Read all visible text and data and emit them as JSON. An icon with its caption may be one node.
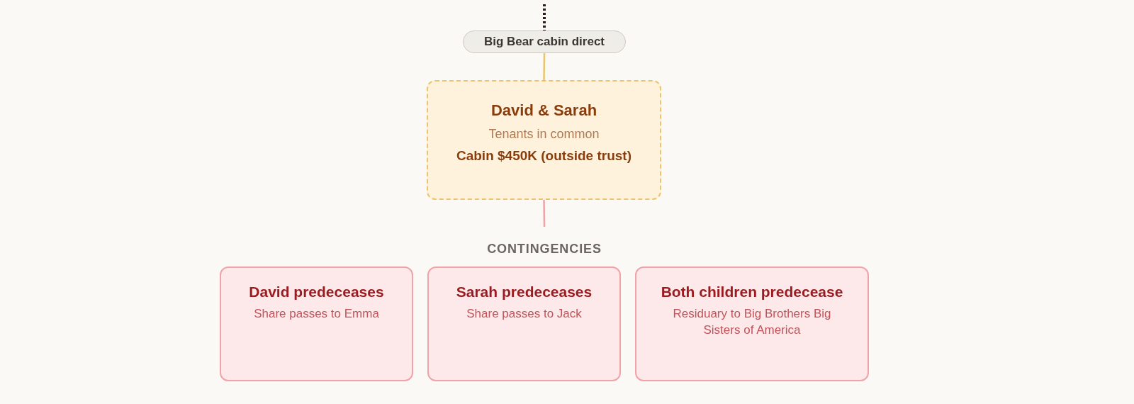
{
  "diagram": {
    "nodes": [
      {
        "text": [
          "Big Bear cabin direct"
        ]
      },
      {
        "text": [
          "David & Sarah",
          "Tenants in common",
          "Cabin $450K (outside trust)"
        ]
      },
      {
        "text": [
          "David predeceases",
          "Share passes to Emma"
        ]
      },
      {
        "text": [
          "Sarah predeceases",
          "Share passes to Jack"
        ]
      },
      {
        "text": [
          "Both children predecease",
          "Residuary to Big Brothers Big Sisters of America"
        ]
      }
    ],
    "edges": [
      {
        "from": null,
        "to": 0,
        "arrow": "none",
        "style": "dashed",
        "color": "#2b2118"
      },
      {
        "from": 0,
        "to": 1,
        "arrow": "none",
        "color": "#ecc46e"
      },
      {
        "from": 1,
        "to": null,
        "arrow": "none",
        "color": "#f0a3a8"
      }
    ],
    "labels": [
      "CONTINGENCIES"
    ]
  }
}
